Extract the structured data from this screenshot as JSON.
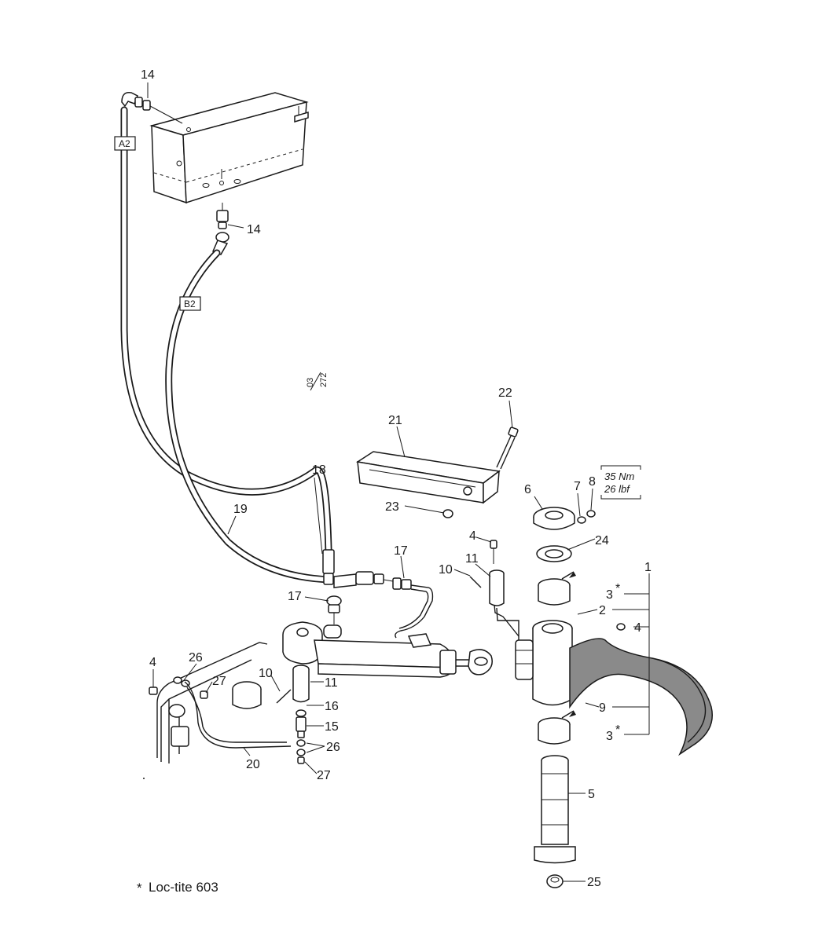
{
  "callouts": {
    "c14_top": "14",
    "c14_mid": "14",
    "c22": "22",
    "c21": "21",
    "c18": "18",
    "c19": "19",
    "c23": "23",
    "c6": "6",
    "c7": "7",
    "c8": "8",
    "c24": "24",
    "c17_a": "17",
    "c17_b": "17",
    "c4_a": "4",
    "c4_b": "4",
    "c4_c": "4",
    "c10_a": "10",
    "c10_b": "10",
    "c11_a": "11",
    "c11_b": "11",
    "c3_a": "3",
    "c3_b": "3",
    "c1": "1",
    "c2": "2",
    "c9": "9",
    "c26_a": "26",
    "c26_b": "26",
    "c27_a": "27",
    "c27_b": "27",
    "c16": "16",
    "c15": "15",
    "c20": "20",
    "c5": "5",
    "c25": "25",
    "star_a": "*",
    "star_b": "*"
  },
  "hose_labels": {
    "a2": "A2",
    "b2": "B2"
  },
  "torque": {
    "nm": "35 Nm",
    "lbf": "26 lbf"
  },
  "drawing_ref": {
    "top": "03",
    "bottom": "272"
  },
  "footnote": {
    "symbol": "*",
    "text": "Loc-tite 603"
  }
}
